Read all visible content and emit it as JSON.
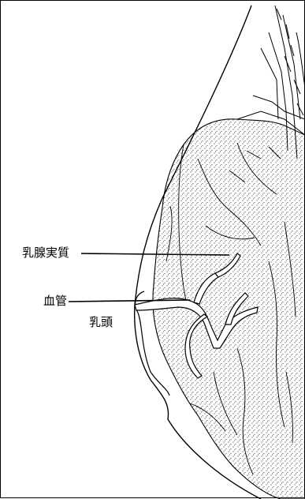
{
  "labels": {
    "parenchyma": "乳腺実質",
    "vessels": "血管",
    "nipple": "乳頭"
  },
  "colors": {
    "ink": "#000000",
    "paper": "#ffffff"
  }
}
